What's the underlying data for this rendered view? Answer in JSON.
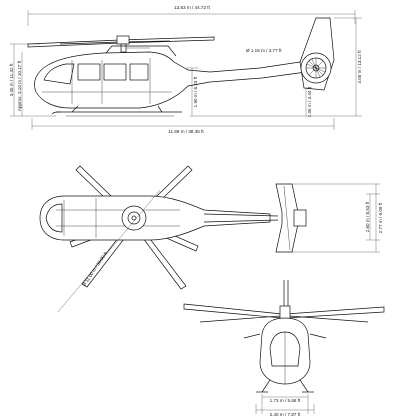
{
  "dimensions": {
    "overall_length": "13.63 m / 44.72 ft",
    "fenestron_diameter": "Ø 1.15 m / 3.77 ft",
    "overall_height": "4.00 m / 13.12 ft",
    "height_to_top": "3.45 m / 11.32 ft",
    "approx_height": "Approx. 3.10 m / 10.17 ft",
    "tail_clearance": "1.05 m / 3.44 ft",
    "cabin_height": "1.90 m / 6.23 ft",
    "fuselage_length": "11.69 m / 38.35 ft",
    "stabilizer_span": "2.60 m / 8.53 ft",
    "fin_span": "2.77 m / 9.09 ft",
    "rotor_diameter": "Ø 11.00 m / 36.09 ft",
    "skid_inner": "1.73 m / 5.68 ft",
    "skid_outer": "2.40 m / 7.87 ft"
  }
}
